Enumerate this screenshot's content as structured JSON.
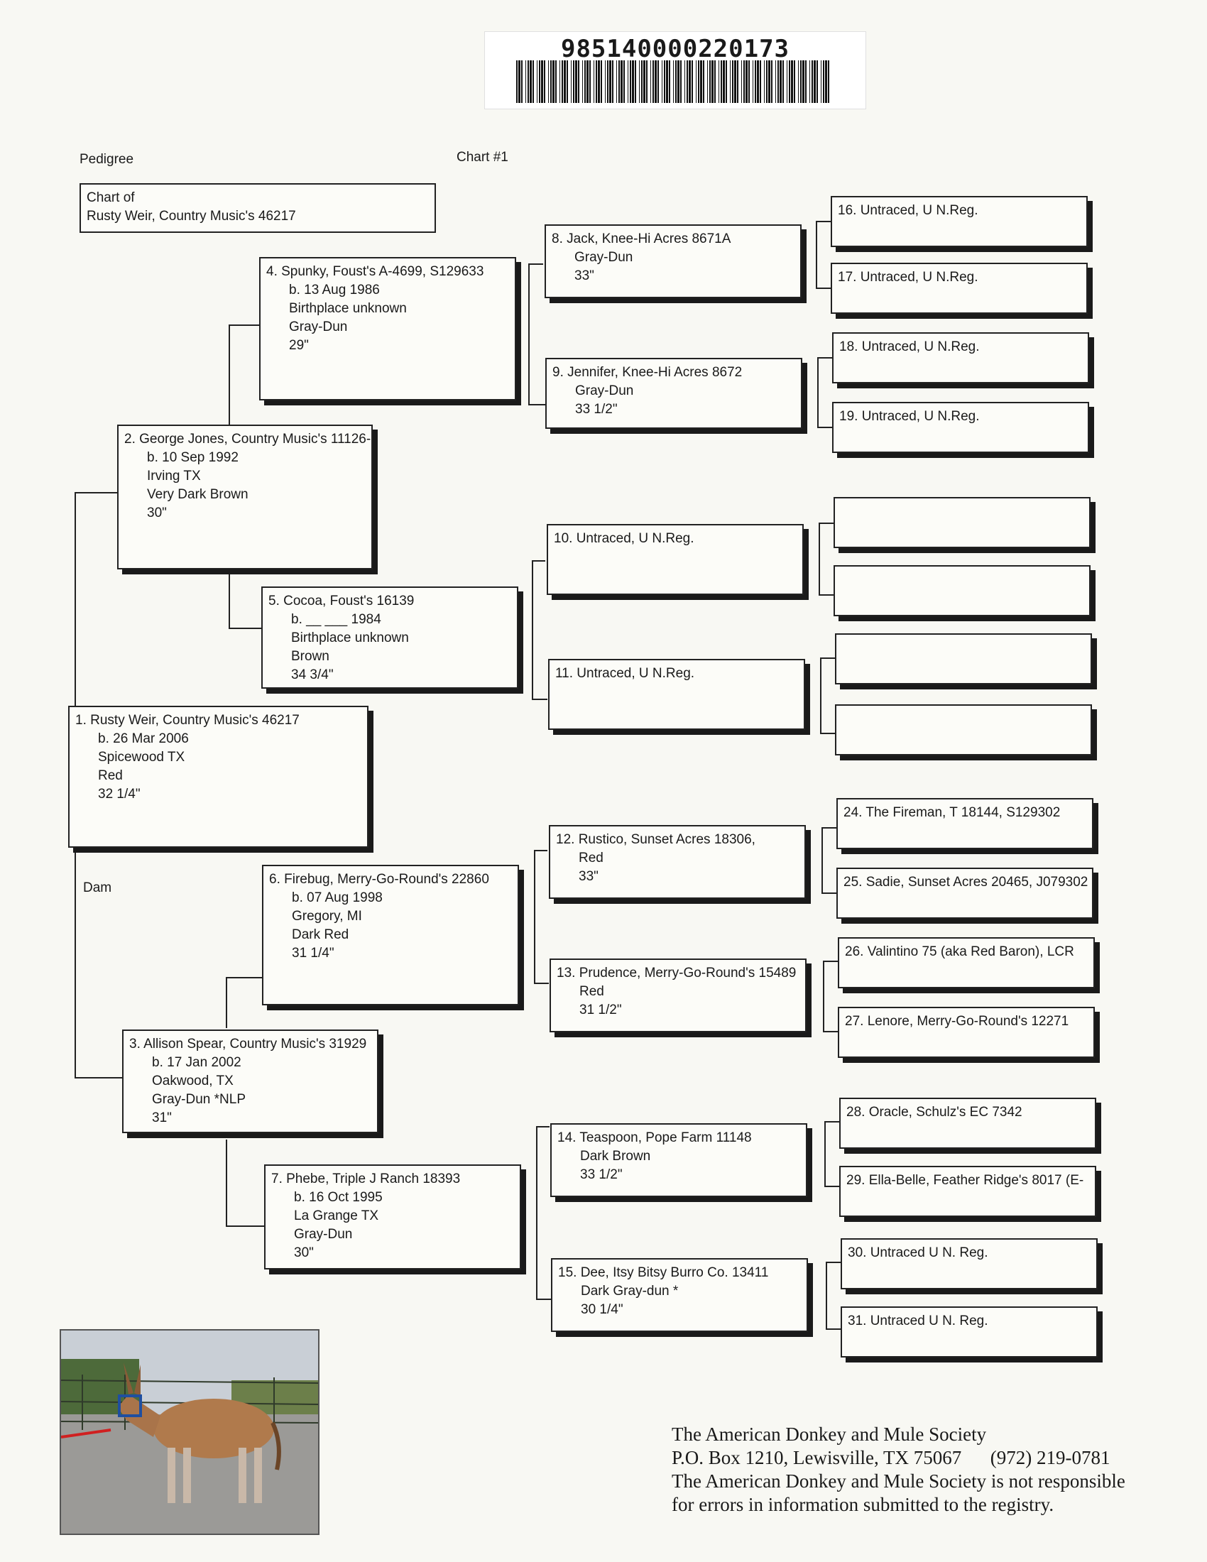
{
  "barcode": {
    "number": "985140000220173"
  },
  "header": {
    "pedigree_label": "Pedigree",
    "chart_label": "Chart #1"
  },
  "chart_of": {
    "label": "Chart of",
    "name": "Rusty Weir, Country Music's 46217"
  },
  "dam_label": "Dam",
  "animals": {
    "a1": {
      "name": "1. Rusty Weir, Country Music's 46217",
      "lines": [
        "b. 26 Mar 2006",
        "Spicewood TX",
        "Red",
        "32 1/4\""
      ]
    },
    "a2": {
      "name": "2. George Jones, Country Music's 11126-",
      "lines": [
        "b. 10 Sep 1992",
        "Irving TX",
        "Very Dark Brown",
        "30\""
      ]
    },
    "a3": {
      "name": "3. Allison Spear, Country Music's 31929",
      "lines": [
        "b. 17 Jan 2002",
        "Oakwood, TX",
        "Gray-Dun *NLP",
        "31\""
      ]
    },
    "a4": {
      "name": "4. Spunky, Foust's A-4699, S129633",
      "lines": [
        "b. 13 Aug 1986",
        "Birthplace unknown",
        "Gray-Dun",
        "29\""
      ]
    },
    "a5": {
      "name": "5. Cocoa, Foust's 16139",
      "lines": [
        "b. __ ___ 1984",
        "Birthplace unknown",
        "Brown",
        "34 3/4\""
      ]
    },
    "a6": {
      "name": "6. Firebug, Merry-Go-Round's 22860",
      "lines": [
        "b. 07 Aug 1998",
        "Gregory, MI",
        "Dark Red",
        "31 1/4\""
      ]
    },
    "a7": {
      "name": "7. Phebe, Triple J Ranch 18393",
      "lines": [
        "b. 16 Oct 1995",
        "La Grange TX",
        "Gray-Dun",
        "30\""
      ]
    },
    "a8": {
      "name": "8. Jack, Knee-Hi Acres 8671A",
      "lines": [
        "Gray-Dun",
        "33\""
      ]
    },
    "a9": {
      "name": "9. Jennifer, Knee-Hi Acres 8672",
      "lines": [
        "Gray-Dun",
        "33 1/2\""
      ]
    },
    "a10": {
      "name": "10. Untraced, U N.Reg.",
      "lines": []
    },
    "a11": {
      "name": "11. Untraced, U N.Reg.",
      "lines": []
    },
    "a12": {
      "name": "12. Rustico, Sunset Acres 18306,",
      "lines": [
        "Red",
        "33\""
      ]
    },
    "a13": {
      "name": "13. Prudence, Merry-Go-Round's 15489",
      "lines": [
        "Red",
        "31 1/2\""
      ]
    },
    "a14": {
      "name": "14. Teaspoon, Pope Farm 11148",
      "lines": [
        "Dark Brown",
        "33 1/2\""
      ]
    },
    "a15": {
      "name": "15. Dee, Itsy Bitsy Burro Co. 13411",
      "lines": [
        "Dark Gray-dun *",
        "30 1/4\""
      ]
    },
    "a16": {
      "name": "16. Untraced, U N.Reg."
    },
    "a17": {
      "name": "17. Untraced, U N.Reg."
    },
    "a18": {
      "name": "18. Untraced, U N.Reg."
    },
    "a19": {
      "name": "19. Untraced, U N.Reg."
    },
    "a20": {
      "name": ""
    },
    "a21": {
      "name": ""
    },
    "a22": {
      "name": ""
    },
    "a23": {
      "name": ""
    },
    "a24": {
      "name": "24. The Fireman, T 18144, S129302"
    },
    "a25": {
      "name": "25. Sadie, Sunset Acres 20465, J079302"
    },
    "a26": {
      "name": "26. Valintino 75 (aka Red Baron), LCR"
    },
    "a27": {
      "name": "27. Lenore, Merry-Go-Round's 12271"
    },
    "a28": {
      "name": "28. Oracle, Schulz's EC 7342"
    },
    "a29": {
      "name": "29. Ella-Belle, Feather Ridge's 8017 (E-"
    },
    "a30": {
      "name": "30. Untraced U N. Reg."
    },
    "a31": {
      "name": "31. Untraced U N. Reg."
    }
  },
  "footer": {
    "line1": "The American Donkey and Mule Society",
    "line2": "P.O. Box 1210, Lewisville, TX 75067      (972) 219-0781",
    "line3": "The American Donkey and Mule Society is not responsible",
    "line4": "for errors in information submitted to the registry."
  }
}
